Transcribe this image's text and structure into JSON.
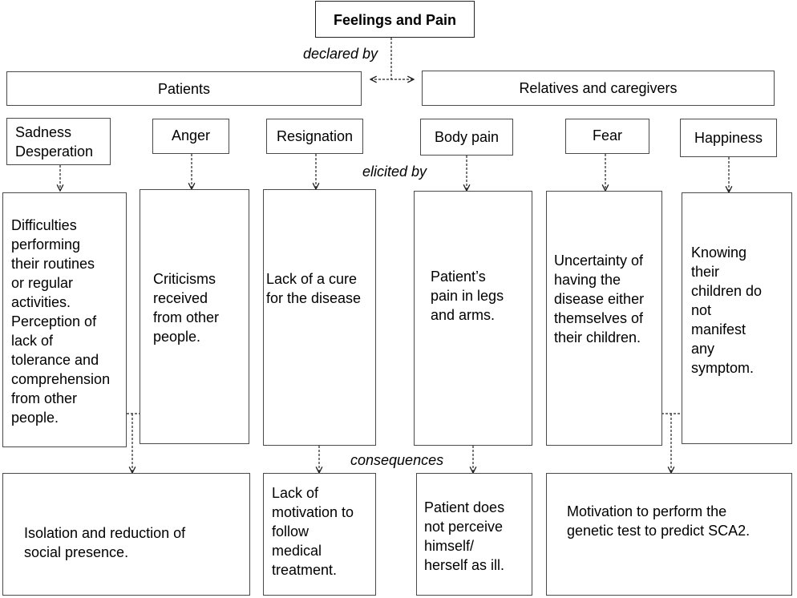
{
  "title": "Feelings and Pain",
  "labels": {
    "declared_by": "declared by",
    "elicited_by": "elicited by",
    "consequences": "consequences"
  },
  "groups": {
    "patients": "Patients",
    "relatives": "Relatives and caregivers"
  },
  "feelings": {
    "sadness": "Sadness\nDesperation",
    "anger": "Anger",
    "resignation": "Resignation",
    "body_pain": "Body pain",
    "fear": "Fear",
    "happiness": "Happiness"
  },
  "causes": {
    "sadness": "Difficulties\nperforming\ntheir routines\nor regular\nactivities.\nPerception of\nlack of\ntolerance and\ncomprehension\nfrom other\npeople.",
    "anger": "Criticisms\nreceived\nfrom other\npeople.",
    "resignation": "Lack of a cure\nfor the disease",
    "body_pain": "Patient’s\npain in legs\nand arms.",
    "fear": "Uncertainty of\nhaving the\ndisease either\nthemselves of\ntheir children.",
    "happiness": "Knowing\ntheir\nchildren do\nnot\nmanifest\nany\nsymptom."
  },
  "consequences": {
    "isolation": "Isolation and reduction of\nsocial presence.",
    "motivation_lack": "Lack of\nmotivation to\nfollow\nmedical\ntreatment.",
    "not_ill": "Patient does\nnot perceive\nhimself/\nherself as ill.",
    "genetic_test": "Motivation to perform the\ngenetic test to predict SCA2."
  }
}
